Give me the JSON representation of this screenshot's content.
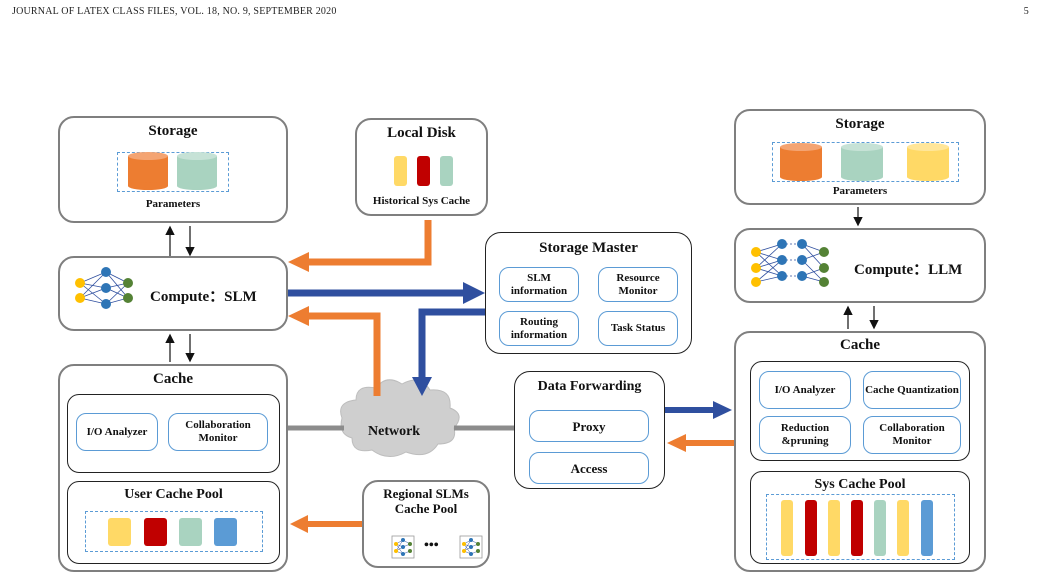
{
  "header": {
    "journal": "JOURNAL OF LATEX CLASS FILES, VOL. 18, NO. 9, SEPTEMBER 2020",
    "page_number": "5"
  },
  "left_storage": {
    "title": "Storage",
    "parameters_label": "Parameters"
  },
  "local_disk": {
    "title": "Local Disk",
    "caption": "Historical Sys Cache"
  },
  "compute_slm": {
    "label": "Compute：SLM"
  },
  "storage_master": {
    "title": "Storage Master",
    "items": [
      "SLM information",
      "Resource Monitor",
      "Routing information",
      "Task Status"
    ]
  },
  "left_cache": {
    "title": "Cache",
    "io_analyzer": "I/O Analyzer",
    "collab_monitor": "Collaboration Monitor",
    "user_pool_title": "User Cache Pool"
  },
  "network": {
    "label": "Network"
  },
  "data_forwarding": {
    "title": "Data Forwarding",
    "proxy": "Proxy",
    "access": "Access"
  },
  "regional": {
    "title": "Regional SLMs Cache Pool",
    "ellipsis": "•••"
  },
  "right_storage": {
    "title": "Storage",
    "parameters_label": "Parameters"
  },
  "compute_llm": {
    "label": "Compute：LLM"
  },
  "right_cache": {
    "title": "Cache",
    "io_analyzer": "I/O Analyzer",
    "cache_quantization": "Cache Quantization",
    "reduction": "Reduction &pruning",
    "collab_monitor": "Collaboration Monitor",
    "sys_pool_title": "Sys Cache Pool"
  },
  "colors": {
    "orange": "#ed7d31",
    "teal": "#a9d3c0",
    "yellow": "#ffd966",
    "red": "#c00000",
    "blue": "#5b9bd5",
    "arrow_blue": "#2f4f9f",
    "arrow_orange": "#ed7d31",
    "green_node": "#548235"
  }
}
